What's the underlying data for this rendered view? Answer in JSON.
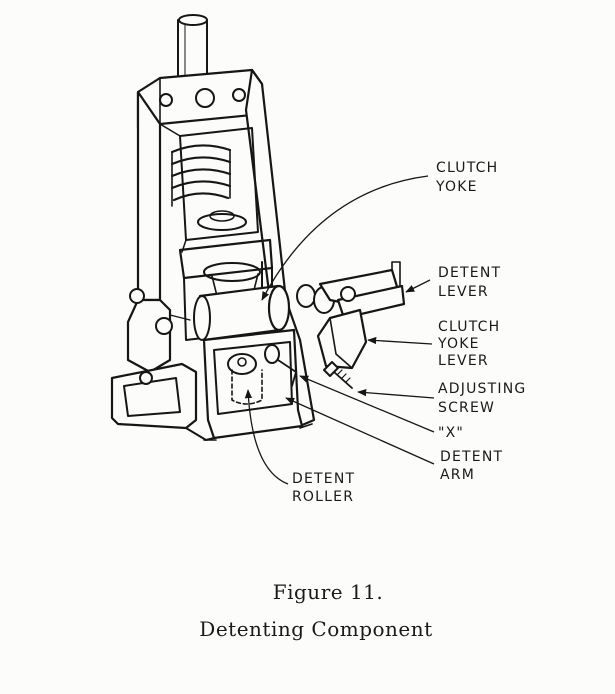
{
  "callouts": [
    {
      "id": "clutch-yoke",
      "lines": [
        "CLUTCH",
        "YOKE"
      ]
    },
    {
      "id": "detent-lever",
      "lines": [
        "DETENT",
        "LEVER"
      ]
    },
    {
      "id": "clutch-yoke-lever",
      "lines": [
        "CLUTCH",
        "YOKE",
        "LEVER"
      ]
    },
    {
      "id": "adjusting-screw",
      "lines": [
        "ADJUSTING",
        "SCREW"
      ]
    },
    {
      "id": "x-mark",
      "lines": [
        "\"X\""
      ]
    },
    {
      "id": "detent-arm",
      "lines": [
        "DETENT",
        "ARM"
      ]
    },
    {
      "id": "detent-roller",
      "lines": [
        "DETENT",
        "ROLLER"
      ]
    }
  ],
  "caption": {
    "figure": "Figure 11.",
    "title": "Detenting Component"
  }
}
